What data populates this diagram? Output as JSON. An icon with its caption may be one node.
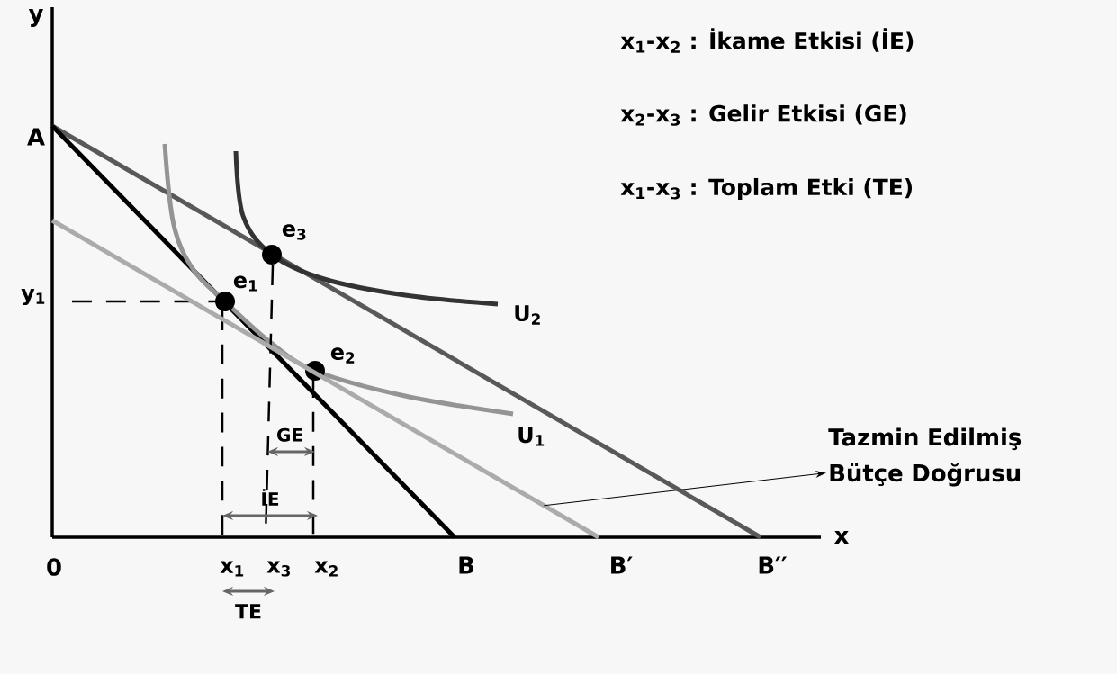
{
  "diagram": {
    "nodes": [
      {
        "text": [
          "Tazmin Edilmiş Bütçe Doğrusu"
        ]
      },
      {
        "text": [],
        "shape": "line"
      }
    ],
    "edges": [
      {
        "from": 1,
        "to": 0,
        "arrow": "to"
      }
    ],
    "labels": [
      "y",
      "x$_{1}$-x$_{2}$ : İkame Etkisi (İE)",
      "A",
      "x$_{2}$-x$_{3}$ : Gelir Etkisi (GE)",
      "x$_{1}$-x$_{3}$ : Toplam Etki (TE)",
      "e$_{3}$",
      "e$_{1}$",
      "y$_{1}$",
      "U$_{2}$",
      "e$_{2}$",
      "GE",
      "U$_{1}$",
      "İE",
      "x",
      "0",
      "x$_{1}$",
      "x$_{3}$",
      "x$_{2}$",
      "B",
      "B′",
      "B′′",
      "TE"
    ]
  }
}
